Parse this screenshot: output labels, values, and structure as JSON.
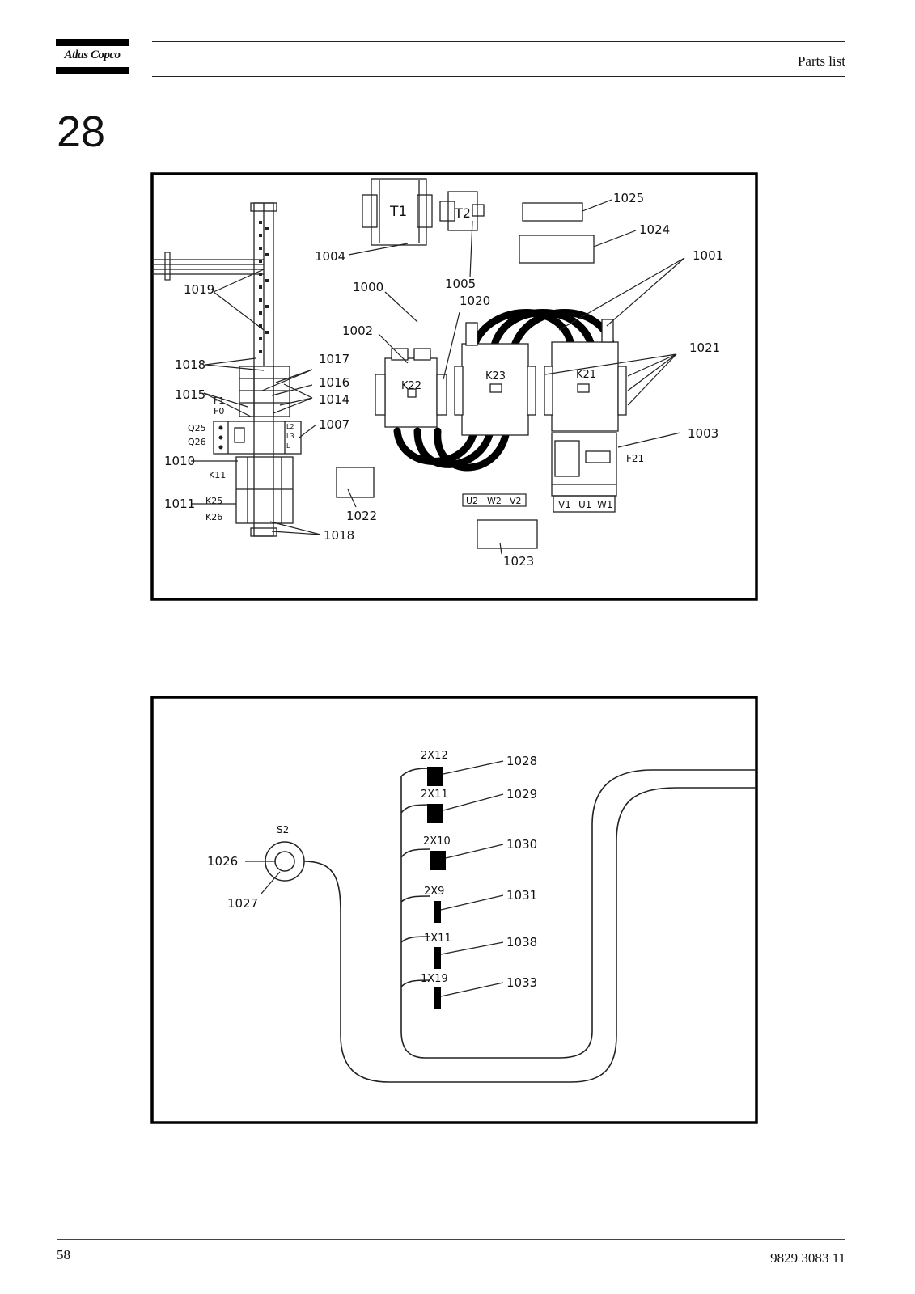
{
  "header": {
    "logo_text": "Atlas Copco",
    "section": "Parts list"
  },
  "chapter_number": "28",
  "diagram1": {
    "components": [
      "T1",
      "T2",
      "K22",
      "K23",
      "K21",
      "F21",
      "Q25",
      "Q26",
      "K11",
      "K25",
      "K26",
      "F1",
      "F0"
    ],
    "terminals_bottom": [
      "U2",
      "W2",
      "V2"
    ],
    "terminals_f21": [
      "V1",
      "U1",
      "W1"
    ],
    "q25_terms": [
      "L2",
      "L3",
      "L"
    ],
    "callouts": [
      "1000",
      "1001",
      "1002",
      "1003",
      "1004",
      "1005",
      "1007",
      "1010",
      "1011",
      "1014",
      "1015",
      "1016",
      "1017",
      "1018",
      "1018",
      "1019",
      "1020",
      "1021",
      "1022",
      "1023",
      "1024",
      "1025"
    ]
  },
  "diagram2": {
    "switch": "S2",
    "connectors": [
      "2X12",
      "2X11",
      "2X10",
      "2X9",
      "1X11",
      "1X19"
    ],
    "callouts": [
      "1026",
      "1027",
      "1028",
      "1029",
      "1030",
      "1031",
      "1038",
      "1033"
    ]
  },
  "footer": {
    "page_number": "58",
    "document_number": "9829 3083 11"
  }
}
